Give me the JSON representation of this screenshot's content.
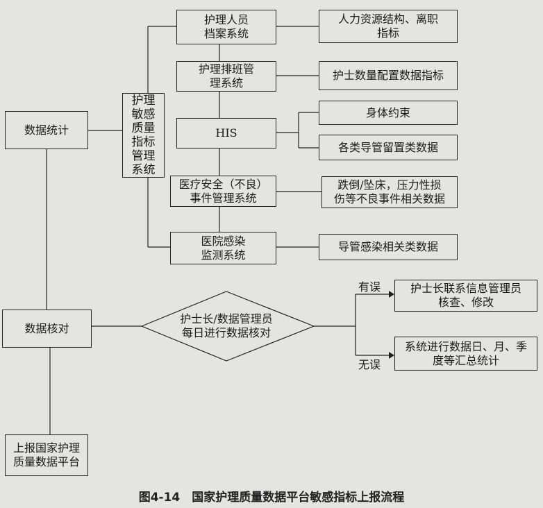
{
  "nodes": {
    "stats": "数据统计",
    "verify": "数据核对",
    "report": "上报国家护理\n质量数据平台",
    "sensitive_system": "护理\n敏感\n质量\n指标\n管理\n系统",
    "staff_archive": "护理人员\n档案系统",
    "scheduling": "护理排班管\n理系统",
    "his": "HIS",
    "safety_events": "医疗安全（不良）\n事件管理系统",
    "infection": "医院感染\n监测系统",
    "hr_structure": "人力资源结构、离职\n指标",
    "nurse_count": "护士数量配置数据指标",
    "restraint": "身体约束",
    "catheter": "各类导管留置类数据",
    "fall_pressure": "跌倒/坠床，压力性损\n伤等不良事件相关数据",
    "catheter_infection": "导管感染相关类数据",
    "decision": "护士长/数据管理员\n每日进行数据核对",
    "has_error_action": "护士长联系信息管理员\n核查、修改",
    "no_error_action": "系统进行数据日、月、季\n度等汇总统计"
  },
  "edge_labels": {
    "has_error": "有误",
    "no_error": "无误"
  },
  "caption": "图4-14　国家护理质量数据平台敏感指标上报流程"
}
